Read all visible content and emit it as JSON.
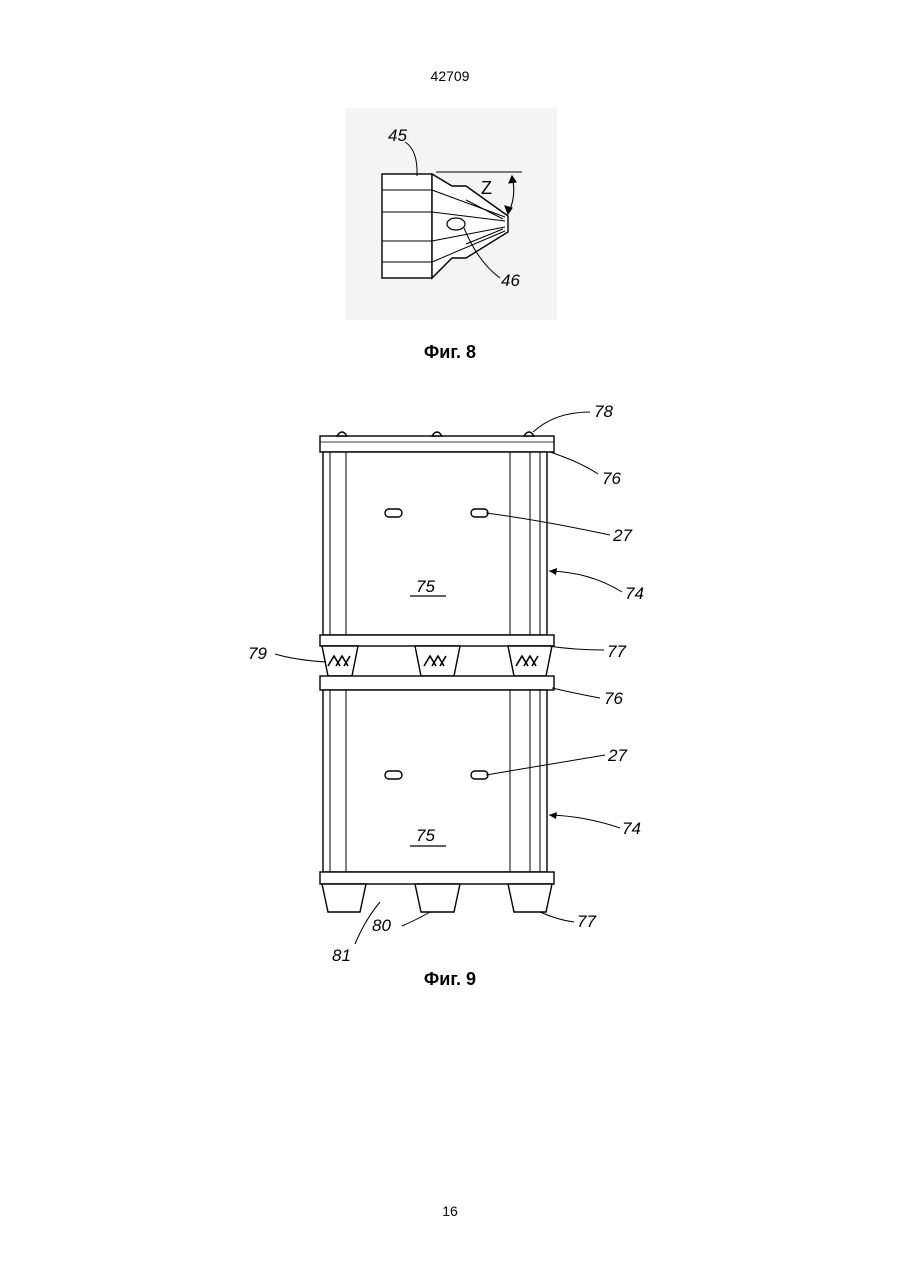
{
  "document_number": "42709",
  "figures": [
    {
      "caption": "Фиг. 8",
      "labels": {
        "part_45": "45",
        "angle_z": "Z",
        "part_46": "46"
      }
    },
    {
      "caption": "Фиг. 9",
      "labels": {
        "ref_78": "78",
        "ref_76_top": "76",
        "ref_27_top": "27",
        "ref_74_top": "74",
        "ref_75_top": "75",
        "ref_79": "79",
        "ref_77_mid": "77",
        "ref_76_mid": "76",
        "ref_27_bottom": "27",
        "ref_74_bottom": "74",
        "ref_75_bottom": "75",
        "ref_77_bottom": "77",
        "ref_80": "80",
        "ref_81": "81"
      }
    }
  ],
  "page_number": "16"
}
